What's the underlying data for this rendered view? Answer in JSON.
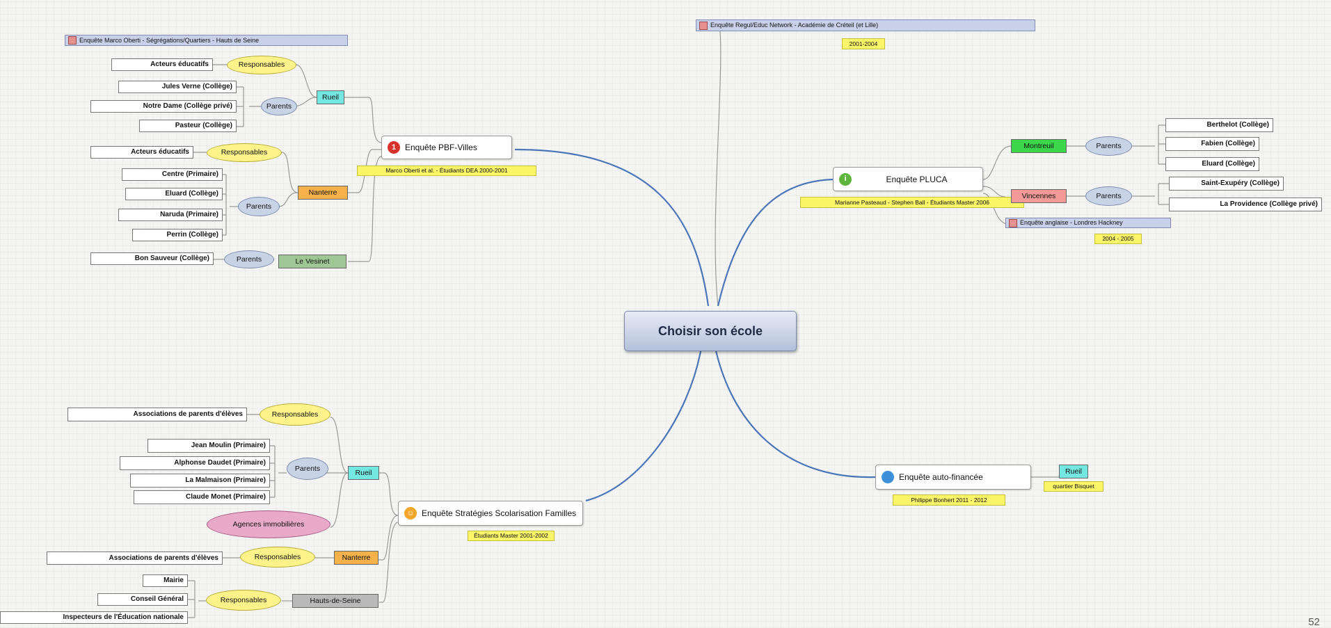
{
  "central": "Choisir son école",
  "page_number": "52",
  "colors": {
    "connector": "#999999",
    "main_branch": "#4a76b8",
    "yellow": "#fbf38a",
    "blue_parents": "#c9d3e6",
    "cyan": "#74e8e0",
    "orange": "#f7b14a",
    "green": "#9ec795",
    "bright_green": "#3bd64a",
    "red": "#f39a98",
    "gray": "#b9b9b9",
    "pink": "#e8aac8"
  },
  "branches": {
    "pbf": {
      "title": "Enquête PBF-Villes",
      "icon": "1",
      "label": "Marco Oberti et al. - Étudiants DEA 2000-2001",
      "survey_title": "Enquête Marco Oberti - Ségrégations/Quartiers - Hauts de Seine",
      "cities": {
        "rueil": {
          "name": "Rueil",
          "responsables": "Responsables",
          "acteurs": "Acteurs éducatifs",
          "parents": "Parents",
          "schools": [
            "Jules Verne (Collège)",
            "Notre Dame (Collège privé)",
            "Pasteur (Collège)"
          ]
        },
        "nanterre": {
          "name": "Nanterre",
          "responsables": "Responsables",
          "acteurs": "Acteurs éducatifs",
          "parents": "Parents",
          "schools": [
            "Centre (Primaire)",
            "Eluard (Collège)",
            "Naruda (Primaire)",
            "Perrin (Collège)"
          ]
        },
        "vesinet": {
          "name": "Le Vesinet",
          "parents": "Parents",
          "schools": [
            "Bon Sauveur (Collège)"
          ]
        }
      }
    },
    "regulus": {
      "title": "Enquête Regul/Educ Network - Académie de Créteil (et Lille)",
      "label": "2001-2004"
    },
    "pluca": {
      "title": "Enquête PLUCA",
      "icon": "i",
      "label": "Marianne Pasteaud - Stephen Ball - Étudiants Master 2006",
      "montreuil": {
        "name": "Montreuil",
        "parents": "Parents",
        "schools": [
          "Berthelot (Collège)",
          "Fabien (Collège)",
          "Eluard (Collège)"
        ]
      },
      "vincennes": {
        "name": "Vincennes",
        "parents": "Parents",
        "schools": [
          "Saint-Exupéry (Collège)",
          "La Providence (Collège privé)"
        ]
      },
      "english_title": "Enquête anglaise - Londres Hackney",
      "english_label": "2004 - 2005"
    },
    "strategies": {
      "title": "Enquête Stratégies Scolarisation Familles",
      "icon": "☺",
      "label": "Étudiants Master 2001-2002",
      "rueil": {
        "name": "Rueil",
        "responsables": "Responsables",
        "associations": "Associations de parents d'élèves",
        "parents": "Parents",
        "schools": [
          "Jean Moulin (Primaire)",
          "Alphonse Daudet (Primaire)",
          "La Malmaison (Primaire)",
          "Claude Monet (Primaire)"
        ],
        "agences": "Agences immobilières"
      },
      "nanterre": {
        "name": "Nanterre",
        "responsables": "Responsables",
        "associations": "Associations de parents d'élèves"
      },
      "hauts_de_seine": {
        "name": "Hauts-de-Seine",
        "responsables": "Responsables",
        "items": [
          "Mairie",
          "Conseil Général",
          "Inspecteurs de l'Éducation nationale"
        ]
      }
    },
    "autofinancee": {
      "title": "Enquête auto-financée",
      "label": "Philippe Bonhert 2011 - 2012",
      "city": "Rueil",
      "city_label": "quartier Bisquet"
    }
  }
}
